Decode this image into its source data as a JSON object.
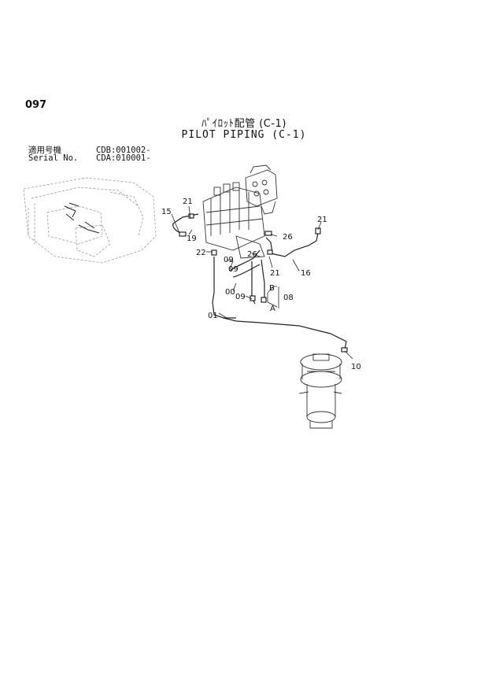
{
  "header": {
    "page_number": "097",
    "title_jp": "ﾊﾟｲﾛｯﾄ配管 (C-1)",
    "title_en": "PILOT PIPING (C-1)"
  },
  "applicability": [
    {
      "label": "適用号機",
      "value": "CDB:001002-"
    },
    {
      "label": "Serial No.",
      "value": "CDA:010001-"
    }
  ],
  "callouts": {
    "c15": "15",
    "c21a": "21",
    "c19": "19",
    "c22": "22",
    "c09a": "09",
    "c26a": "26",
    "c09b": "09",
    "c26b": "26",
    "c21b": "21",
    "c21c": "21",
    "c16": "16",
    "c00": "00",
    "c09c": "09",
    "cB": "B",
    "cA": "A",
    "c08": "08",
    "c01": "01",
    "c10": "10"
  }
}
